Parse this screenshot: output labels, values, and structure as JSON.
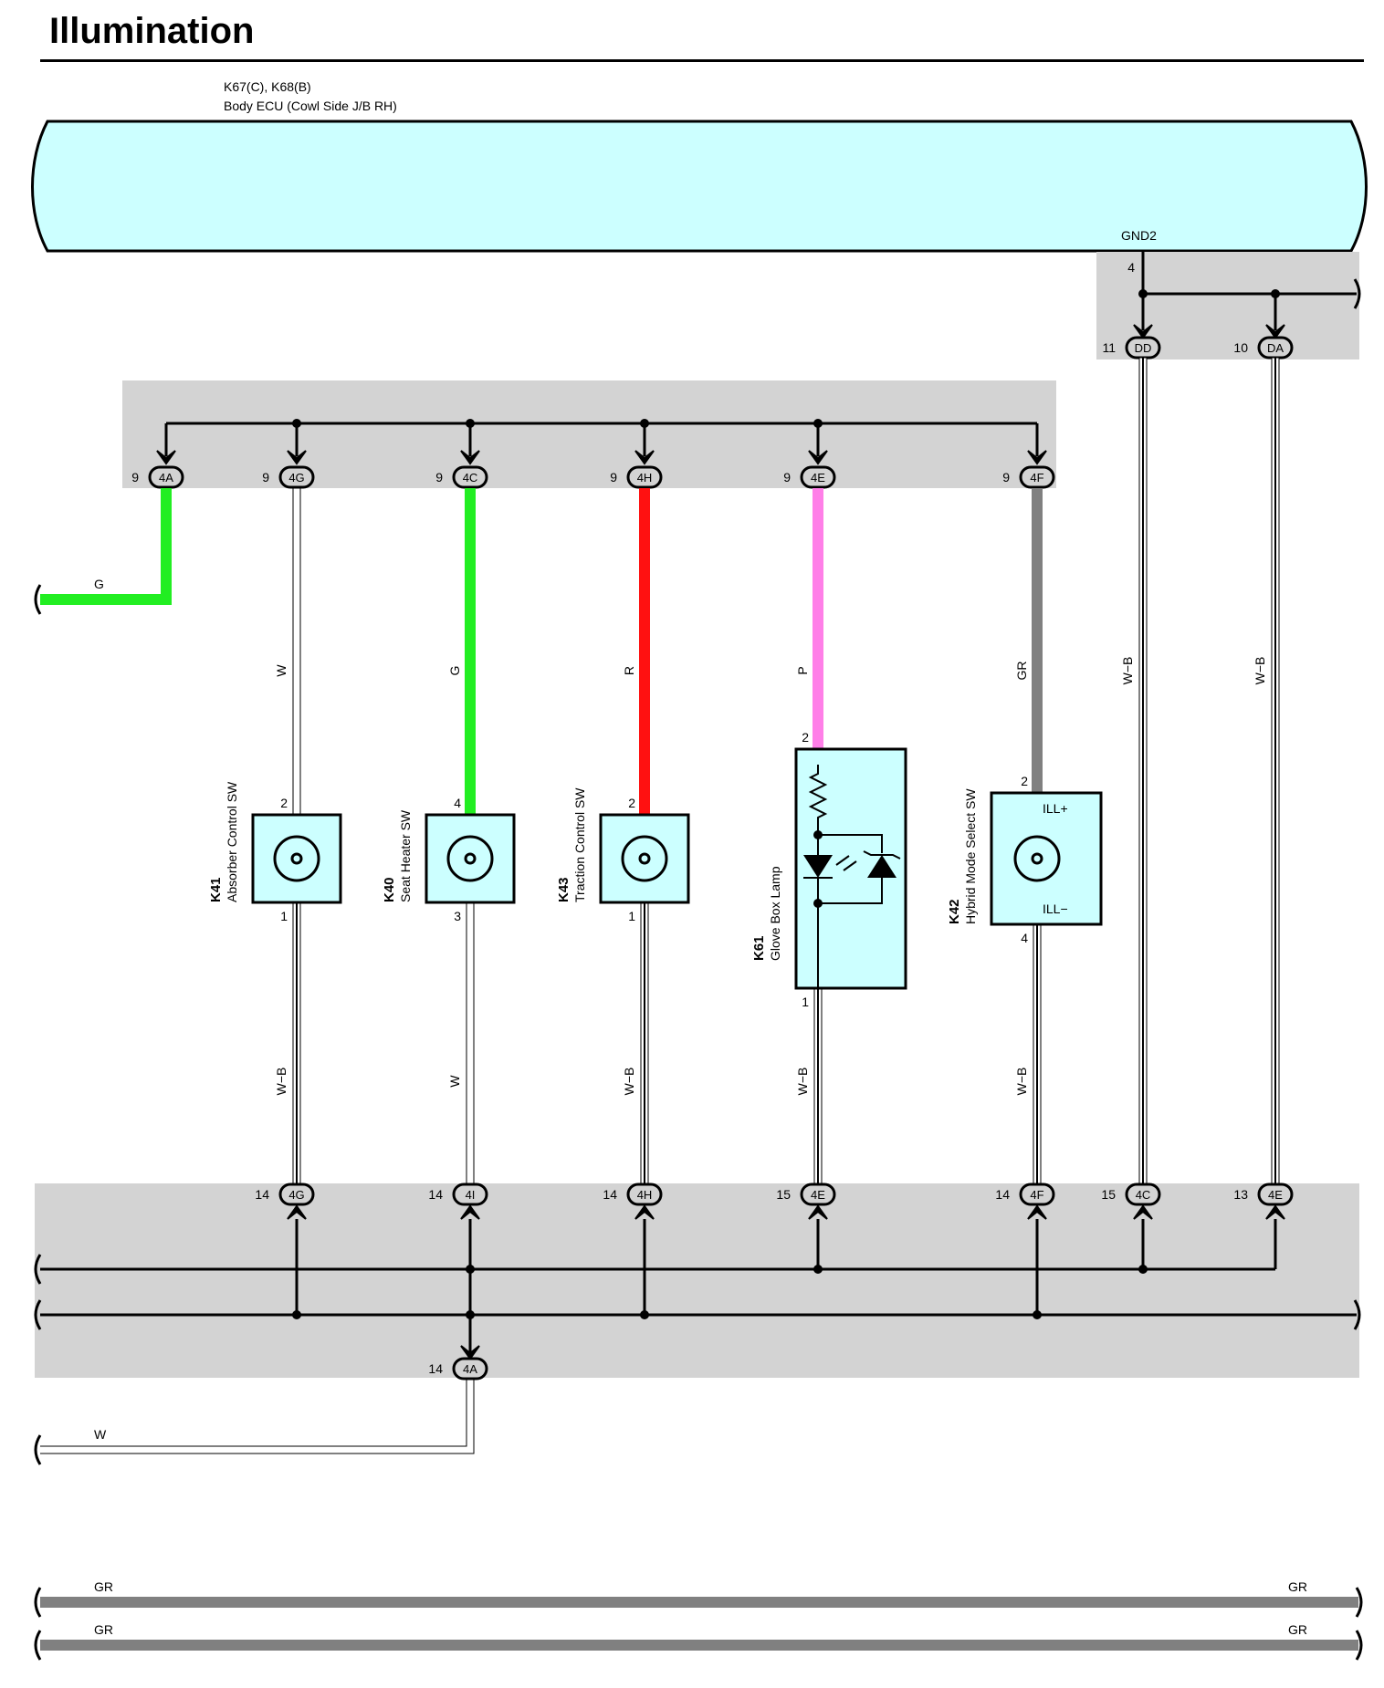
{
  "title": "Illumination",
  "ecu": {
    "code": "K67(C), K68(B)",
    "name": "Body ECU (Cowl Side J/B RH)",
    "gnd_label": "GND2"
  },
  "colors": {
    "ecu_fill": "#ccffff",
    "jb_fill": "#d3d3d3",
    "G": "#22ee22",
    "R": "#ff1111",
    "P": "#ff7fe8",
    "GR": "#808080",
    "W": "#ffffff",
    "W-B": "#ffffff"
  },
  "gnd_branch": {
    "pin": "4",
    "drops": [
      {
        "pin": "11",
        "conn": "DD"
      },
      {
        "pin": "10",
        "conn": "DA"
      }
    ]
  },
  "top_junction": [
    {
      "pin": "9",
      "conn": "4A"
    },
    {
      "pin": "9",
      "conn": "4G"
    },
    {
      "pin": "9",
      "conn": "4C"
    },
    {
      "pin": "9",
      "conn": "4H"
    },
    {
      "pin": "9",
      "conn": "4E"
    },
    {
      "pin": "9",
      "conn": "4F"
    }
  ],
  "left_wire": {
    "label": "G"
  },
  "components": [
    {
      "code": "K41",
      "name": "Absorber Control SW",
      "wire_top": "W",
      "pin_top": "2",
      "pin_bottom": "1",
      "wire_bottom": "W-B",
      "icon": "bulb-icon"
    },
    {
      "code": "K40",
      "name": "Seat Heater SW",
      "wire_top": "G",
      "pin_top": "4",
      "pin_bottom": "3",
      "wire_bottom": "W",
      "icon": "bulb-icon"
    },
    {
      "code": "K43",
      "name": "Traction Control SW",
      "wire_top": "R",
      "pin_top": "2",
      "pin_bottom": "1",
      "wire_bottom": "W-B",
      "icon": "bulb-icon"
    },
    {
      "code": "K61",
      "name": "Glove Box Lamp",
      "wire_top": "P",
      "pin_top": "2",
      "pin_bottom": "1",
      "wire_bottom": "W-B",
      "icon": "led-lamp-icon"
    },
    {
      "code": "K42",
      "name": "Hybrid Mode Select SW",
      "wire_top": "GR",
      "pin_top": "2",
      "pin_bottom": "4",
      "wire_bottom": "W-B",
      "term_top": "ILL+",
      "term_bottom": "ILL−",
      "icon": "bulb-icon"
    }
  ],
  "gnd_wires": [
    {
      "label": "W−B"
    },
    {
      "label": "W−B"
    }
  ],
  "bottom_junction": [
    {
      "pin": "14",
      "conn": "4G"
    },
    {
      "pin": "14",
      "conn": "4I"
    },
    {
      "pin": "14",
      "conn": "4H"
    },
    {
      "pin": "15",
      "conn": "4E"
    },
    {
      "pin": "14",
      "conn": "4F"
    },
    {
      "pin": "15",
      "conn": "4C"
    },
    {
      "pin": "13",
      "conn": "4E"
    }
  ],
  "bottom_output": {
    "pin": "14",
    "conn": "4A",
    "wire": "W"
  },
  "gr_lines": [
    {
      "left": "GR",
      "right": "GR"
    },
    {
      "left": "GR",
      "right": "GR"
    }
  ]
}
